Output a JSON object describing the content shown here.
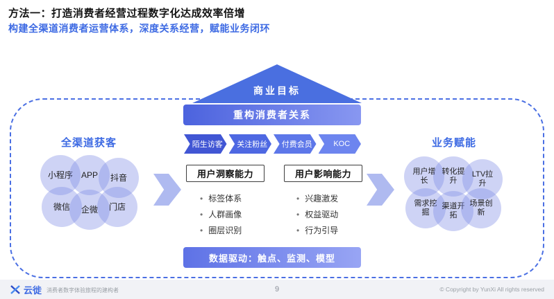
{
  "colors": {
    "accent_blue": "#3D6AE3",
    "banner_blue": "#4A6FE0",
    "light_arrow_blue": "#AFBAF0",
    "circle_fill": "rgba(125,140,228,0.38)"
  },
  "header": {
    "title": "方法一：打造消费者经营过程数字化达成效率倍增",
    "subtitle": "构建全渠道消费者运营体系，深度关系经营，赋能业务闭环"
  },
  "diagram": {
    "goal_label": "商业目标",
    "left": {
      "title": "全渠道获客",
      "circles": [
        "小程序",
        "APP",
        "抖音",
        "微信",
        "企微",
        "门店"
      ]
    },
    "center": {
      "top_bar": "重构消费者关系",
      "stages": [
        "陌生访客",
        "关注粉丝",
        "付费会员",
        "KOC"
      ],
      "insight": {
        "title": "用户洞察能力",
        "items": [
          "标签体系",
          "人群画像",
          "圈层识别"
        ]
      },
      "influence": {
        "title": "用户影响能力",
        "items": [
          "兴趣激发",
          "权益驱动",
          "行为引导"
        ]
      },
      "bottom_bar": "数据驱动：触点、监测、模型"
    },
    "right": {
      "title": "业务赋能",
      "circles": [
        "用户增长",
        "转化提升",
        "LTV拉升",
        "需求挖掘",
        "渠道开拓",
        "场景创新"
      ]
    }
  },
  "footer": {
    "logo": "云徙",
    "tagline": "消费者数字体验旅程的建构者",
    "page_number": "9",
    "copyright": "© Copyright by YunXi All rights reserved"
  }
}
